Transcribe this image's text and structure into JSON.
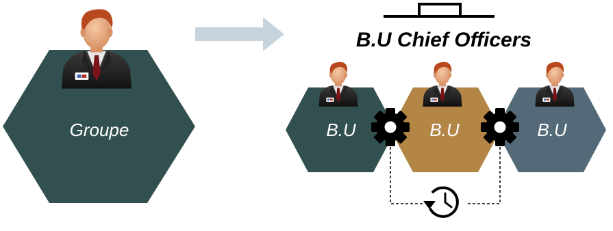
{
  "groupe": {
    "label": "Groupe",
    "color": "#32504f"
  },
  "title": "B.U Chief Officers",
  "business_units": [
    {
      "label": "B.U",
      "color": "#32504f"
    },
    {
      "label": "B.U",
      "color": "#b38646"
    },
    {
      "label": "B.U",
      "color": "#546a78"
    }
  ],
  "arrow_color": "#c7d4de",
  "icons": [
    "businessman-icon",
    "gear-icon",
    "clock-icon",
    "arrow-right-icon"
  ]
}
